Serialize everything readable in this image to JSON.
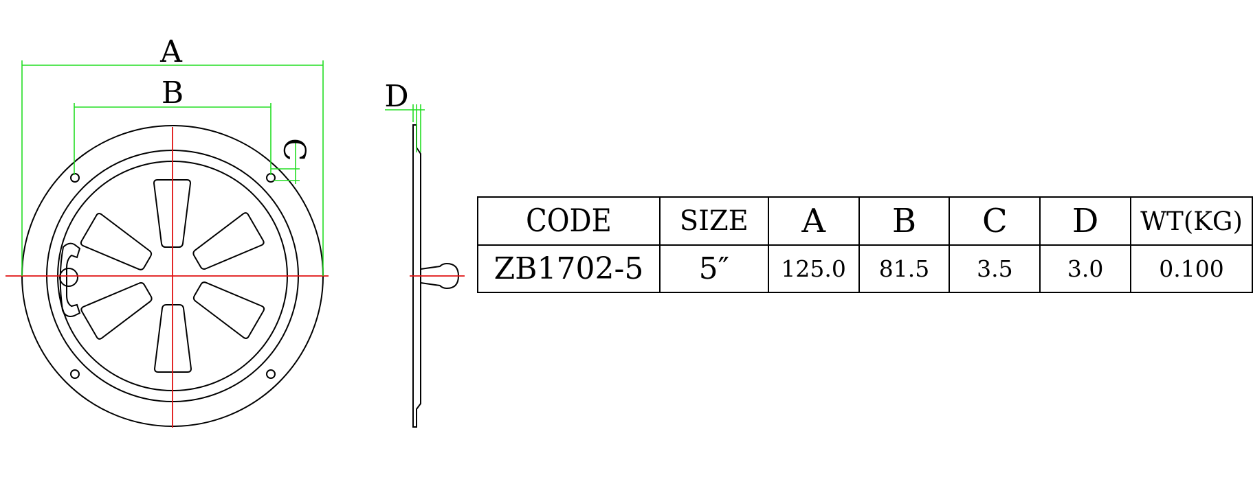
{
  "drawing": {
    "labels": {
      "dim_a": "A",
      "dim_b": "B",
      "dim_c": "C",
      "dim_d": "D"
    },
    "colors": {
      "outline": "#000000",
      "dimension_lines": "#22dd22",
      "center_lines": "#e01010"
    },
    "icons": {
      "front_view": "round-louvered-vent-front-view",
      "side_view": "vent-side-profile"
    }
  },
  "spec_table": {
    "headers": [
      "CODE",
      "SIZE",
      "A",
      "B",
      "C",
      "D",
      "WT(KG)"
    ],
    "rows": [
      [
        "ZB1702-5",
        "5″",
        "125.0",
        "81.5",
        "3.5",
        "3.0",
        "0.100"
      ]
    ]
  }
}
